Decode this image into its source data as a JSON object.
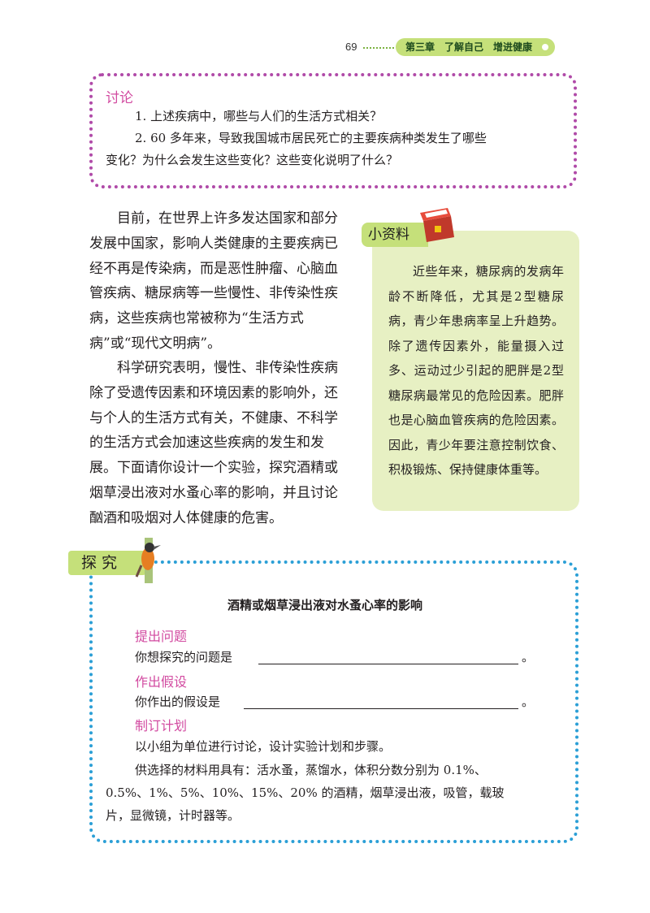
{
  "header": {
    "page_number": "69",
    "chapter": "第三章　了解自己　增进健康"
  },
  "discussion": {
    "title": "讨论",
    "q1": "1. 上述疾病中，哪些与人们的生活方式相关？",
    "q2_line1": "2. 60 多年来，导致我国城市居民死亡的主要疾病种类发生了哪些",
    "q2_line2": "变化？为什么会发生这些变化？这些变化说明了什么？"
  },
  "main": {
    "para1": "目前，在世界上许多发达国家和部分发展中国家，影响人类健康的主要疾病已经不再是传染病，而是恶性肿瘤、心脑血管疾病、糖尿病等一些慢性、非传染性疾病，这些疾病也常被称为“生活方式病”或“现代文明病”。",
    "para2": "科学研究表明，慢性、非传染性疾病除了受遗传因素和环境因素的影响外，还与个人的生活方式有关，不健康、不科学的生活方式会加速这些疾病的发生和发展。下面请你设计一个实验，探究酒精或烟草浸出液对水蚤心率的影响，并且讨论酗酒和吸烟对人体健康的危害。"
  },
  "info": {
    "label": "小资料",
    "text": "近些年来，糖尿病的发病年龄不断降低，尤其是2型糖尿病，青少年患病率呈上升趋势。除了遗传因素外，能量摄入过多、运动过少引起的肥胖是2型糖尿病最常见的危险因素。肥胖也是心脑血管疾病的危险因素。因此，青少年要注意控制饮食、积极锻炼、保持健康体重等。"
  },
  "explore": {
    "label": "探究",
    "title": "酒精或烟草浸出液对水蚤心率的影响",
    "step1_title": "提出问题",
    "step1_text": "你想探究的问题是",
    "step2_title": "作出假设",
    "step2_text": "你作出的假设是",
    "end_mark": "。",
    "step3_title": "制订计划",
    "step3_text": "以小组为单位进行讨论，设计实验计划和步骤。",
    "materials_line1": "供选择的材料用具有：活水蚤，蒸馏水，体积分数分别为 0.1%、",
    "materials_line2": "0.5%、1%、5%、10%、15%、20% 的酒精，烟草浸出液，吸管，载玻",
    "materials_line3": "片，显微镜，计时器等。"
  },
  "colors": {
    "accent_green": "#c5e07a",
    "pink": "#d24aa0",
    "purple_border": "#b04aa8",
    "blue_border": "#2b9fd6",
    "info_bg": "#e7f0c3"
  }
}
